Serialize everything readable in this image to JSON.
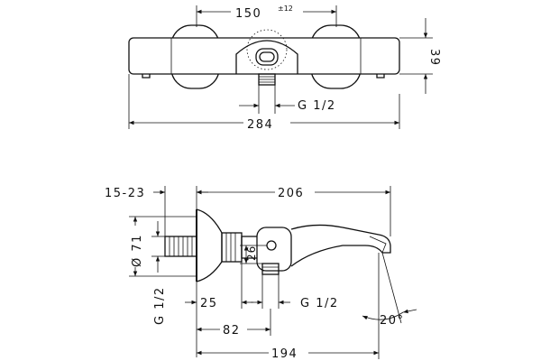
{
  "top_view": {
    "dim_centers": "150",
    "dim_centers_tol": "±12",
    "dim_height": "39",
    "dim_thread": "G 1/2",
    "dim_length": "284"
  },
  "side_view": {
    "dim_offset": "15-23",
    "dim_total": "206",
    "dim_diameter": "Ø 71",
    "dim_outlet_height": "26",
    "dim_inlet_thread": "G 1/2",
    "dim_inlet_depth": "25",
    "dim_outlet_thread": "G 1/2",
    "dim_outlet_pos": "82",
    "dim_spout": "194",
    "dim_angle": "20°"
  },
  "colors": {
    "line": "#111111",
    "background": "#ffffff"
  }
}
